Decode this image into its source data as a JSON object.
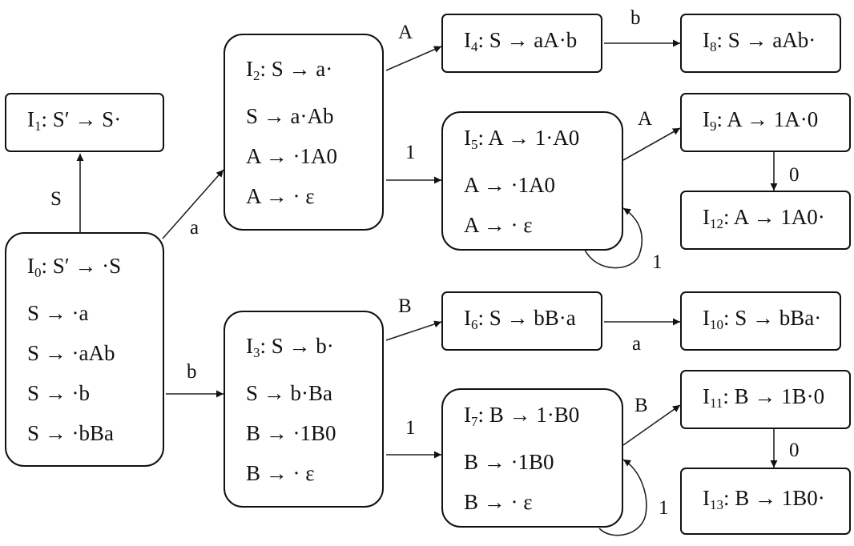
{
  "states": {
    "I0": {
      "sub": "0",
      "items": [
        ": S′ → ·S",
        "S → ·a",
        "S → ·aAb",
        "S → ·b",
        "S → ·bBa"
      ]
    },
    "I1": {
      "sub": "1",
      "items": [
        ": S′ → S·"
      ]
    },
    "I2": {
      "sub": "2",
      "items": [
        ": S → a·",
        "S → a·Ab",
        "A → ·1A0",
        "A → · ε"
      ]
    },
    "I3": {
      "sub": "3",
      "items": [
        ": S → b·",
        "S → b·Ba",
        "B → ·1B0",
        "B → · ε"
      ]
    },
    "I4": {
      "sub": "4",
      "items": [
        ": S → aA·b"
      ]
    },
    "I5": {
      "sub": "5",
      "items": [
        ": A → 1·A0",
        "A → ·1A0",
        "A → · ε"
      ]
    },
    "I6": {
      "sub": "6",
      "items": [
        ": S → bB·a"
      ]
    },
    "I7": {
      "sub": "7",
      "items": [
        ": B → 1·B0",
        "B → ·1B0",
        "B → · ε"
      ]
    },
    "I8": {
      "sub": "8",
      "items": [
        ": S → aAb·"
      ]
    },
    "I9": {
      "sub": "9",
      "items": [
        ": A → 1A·0"
      ]
    },
    "I10": {
      "sub": "10",
      "items": [
        ": S → bBa·"
      ]
    },
    "I11": {
      "sub": "11",
      "items": [
        ": B → 1B·0"
      ]
    },
    "I12": {
      "sub": "12",
      "items": [
        ": A → 1A0·"
      ]
    },
    "I13": {
      "sub": "13",
      "items": [
        ": B → 1B0·"
      ]
    }
  },
  "state_prefix": "I",
  "transitions": [
    {
      "from": "I0",
      "to": "I1",
      "symbol": "S"
    },
    {
      "from": "I0",
      "to": "I2",
      "symbol": "a"
    },
    {
      "from": "I0",
      "to": "I3",
      "symbol": "b"
    },
    {
      "from": "I2",
      "to": "I4",
      "symbol": "A"
    },
    {
      "from": "I2",
      "to": "I5",
      "symbol": "1"
    },
    {
      "from": "I3",
      "to": "I6",
      "symbol": "B"
    },
    {
      "from": "I3",
      "to": "I7",
      "symbol": "1"
    },
    {
      "from": "I4",
      "to": "I8",
      "symbol": "b"
    },
    {
      "from": "I5",
      "to": "I9",
      "symbol": "A"
    },
    {
      "from": "I5",
      "to": "I5",
      "symbol": "1"
    },
    {
      "from": "I6",
      "to": "I10",
      "symbol": "a"
    },
    {
      "from": "I7",
      "to": "I11",
      "symbol": "B"
    },
    {
      "from": "I7",
      "to": "I7",
      "symbol": "1"
    },
    {
      "from": "I9",
      "to": "I12",
      "symbol": "0"
    },
    {
      "from": "I11",
      "to": "I13",
      "symbol": "0"
    }
  ]
}
